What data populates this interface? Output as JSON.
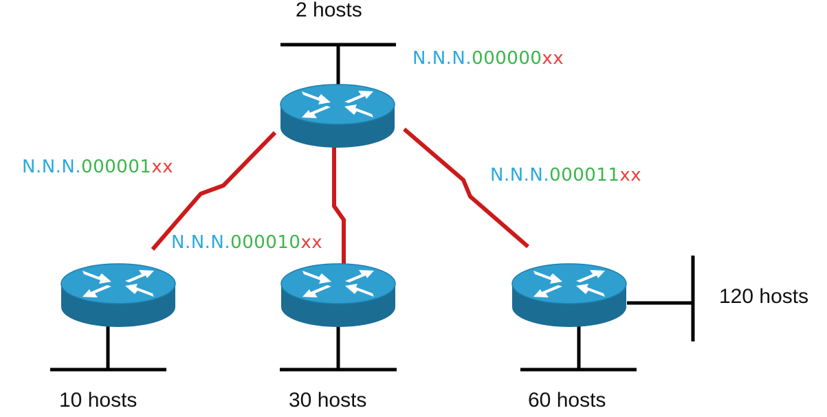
{
  "colors": {
    "network_bits": "#2aa9e0",
    "subnet_bits": "#3bb54a",
    "host_bits": "#e8413d",
    "serial_link": "#cc1a1a",
    "router_top": "#2f9fd0",
    "router_side": "#1b6d94",
    "lan_line": "#000000"
  },
  "routers": [
    {
      "id": "core",
      "icon": "router-icon"
    },
    {
      "id": "left",
      "icon": "router-icon"
    },
    {
      "id": "middle",
      "icon": "router-icon"
    },
    {
      "id": "right",
      "icon": "router-icon"
    }
  ],
  "lan_labels": {
    "top": "2 hosts",
    "left": "10 hosts",
    "middle": "30 hosts",
    "right_bottom": "60 hosts",
    "right_side": "120 hosts"
  },
  "addresses": {
    "top": {
      "net": "N.N.N.",
      "sub": "000000",
      "host": "xx"
    },
    "left_link": {
      "net": "N.N.N.",
      "sub": "000001",
      "host": "xx"
    },
    "middle_link": {
      "net": "N.N.N.",
      "sub": "000010",
      "host": "xx"
    },
    "right_link": {
      "net": "N.N.N.",
      "sub": "000011",
      "host": "xx"
    }
  }
}
